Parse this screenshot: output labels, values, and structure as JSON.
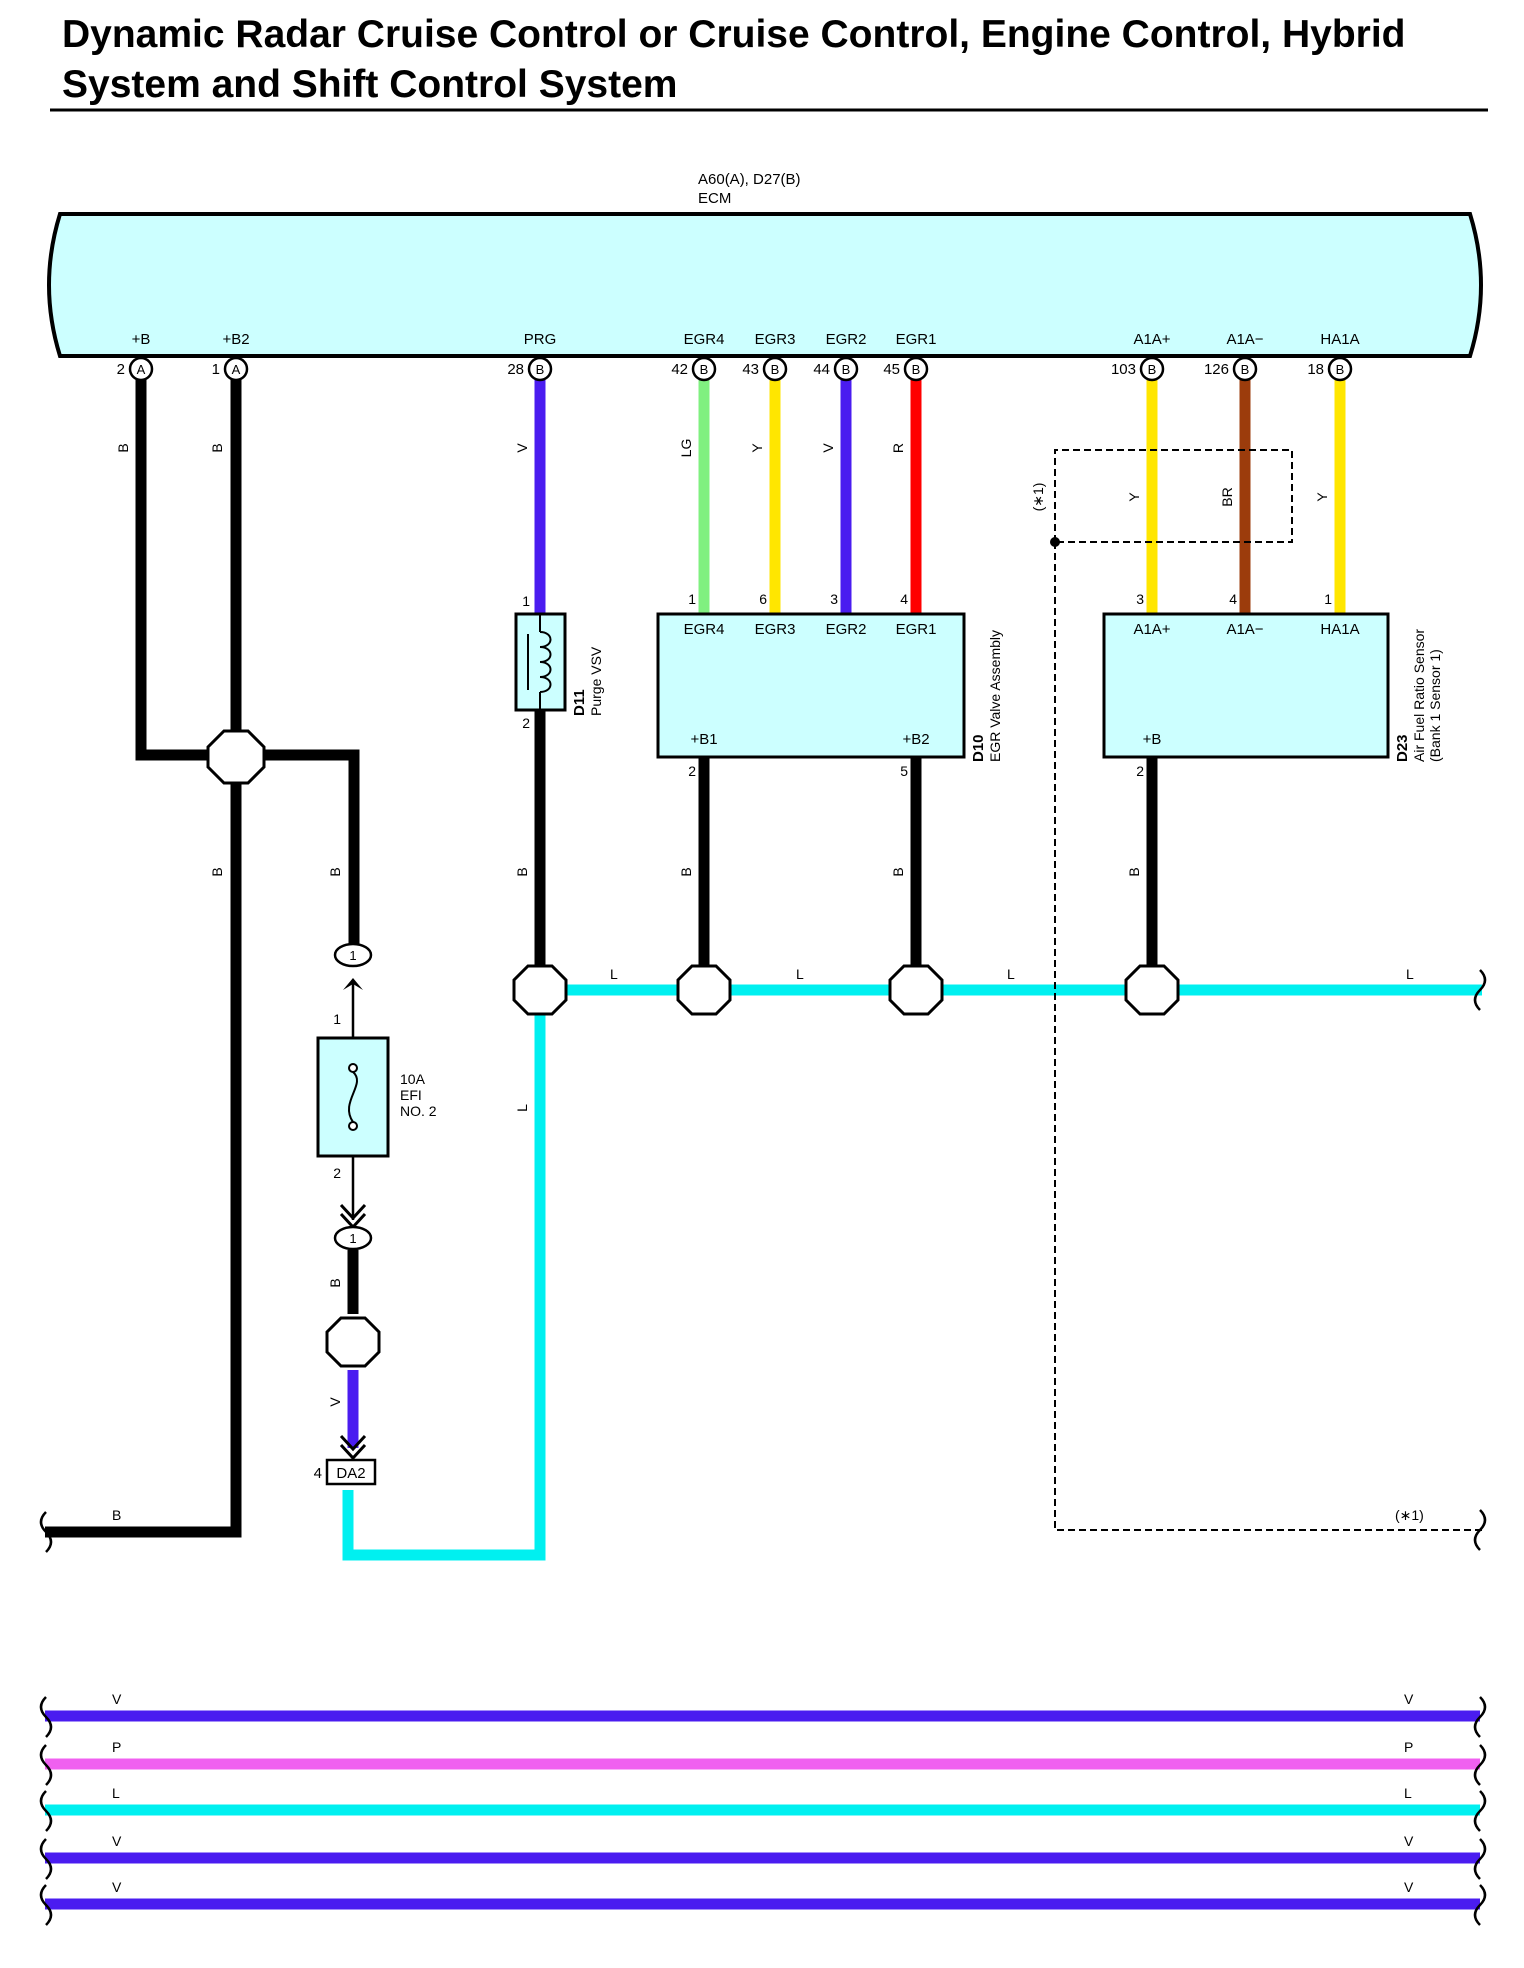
{
  "title": {
    "line1": "Dynamic Radar Cruise Control or Cruise Control, Engine Control, Hybrid",
    "line2": "System and Shift Control System"
  },
  "colors": {
    "B": "#000000",
    "V": "#4a1cf0",
    "LG": "#80f080",
    "Y": "#ffe600",
    "R": "#ff0000",
    "BR": "#9c3c0c",
    "L": "#00f0f0",
    "P": "#f060f0",
    "component_fill": "#ccffff"
  },
  "ecm": {
    "connector_label": "A60(A), D27(B)",
    "name": "ECM",
    "pins": [
      {
        "name": "+B",
        "num": "2",
        "conn": "A"
      },
      {
        "name": "+B2",
        "num": "1",
        "conn": "A"
      },
      {
        "name": "PRG",
        "num": "28",
        "conn": "B"
      },
      {
        "name": "EGR4",
        "num": "42",
        "conn": "B"
      },
      {
        "name": "EGR3",
        "num": "43",
        "conn": "B"
      },
      {
        "name": "EGR2",
        "num": "44",
        "conn": "B"
      },
      {
        "name": "EGR1",
        "num": "45",
        "conn": "B"
      },
      {
        "name": "A1A+",
        "num": "103",
        "conn": "B"
      },
      {
        "name": "A1A−",
        "num": "126",
        "conn": "B"
      },
      {
        "name": "HA1A",
        "num": "18",
        "conn": "B"
      }
    ]
  },
  "components": {
    "d11": {
      "code": "D11",
      "name": "Purge VSV",
      "pin_top": "1",
      "pin_bottom": "2"
    },
    "d10": {
      "code": "D10",
      "name": "EGR Valve Assembly",
      "top_pins": [
        {
          "name": "EGR4",
          "num": "1"
        },
        {
          "name": "EGR3",
          "num": "6"
        },
        {
          "name": "EGR2",
          "num": "3"
        },
        {
          "name": "EGR1",
          "num": "4"
        }
      ],
      "bottom_pins": [
        {
          "name": "+B1",
          "num": "2"
        },
        {
          "name": "+B2",
          "num": "5"
        }
      ]
    },
    "d23": {
      "code": "D23",
      "name": "Air Fuel Ratio Sensor",
      "sub": "(Bank 1 Sensor 1)",
      "top_pins": [
        {
          "name": "A1A+",
          "num": "3"
        },
        {
          "name": "A1A−",
          "num": "4"
        },
        {
          "name": "HA1A",
          "num": "1"
        }
      ],
      "bottom_pins": [
        {
          "name": "+B",
          "num": "2"
        }
      ]
    },
    "fuse": {
      "amps": "10A",
      "name1": "EFI",
      "name2": "NO. 2",
      "pin_top": "1",
      "pin_bottom": "2"
    },
    "da2": {
      "code": "DA2",
      "pin": "4"
    }
  },
  "wire_labels": {
    "B": "B",
    "V": "V",
    "LG": "LG",
    "Y": "Y",
    "R": "R",
    "BR": "BR",
    "L": "L",
    "P": "P"
  },
  "misc": {
    "junction_pin": "1",
    "note": "(∗1)"
  },
  "bottom_wires": [
    "V",
    "P",
    "L",
    "V",
    "V"
  ]
}
